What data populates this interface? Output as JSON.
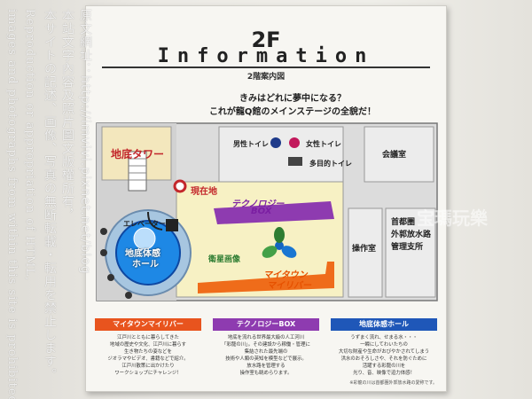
{
  "sign": {
    "floor_code": "2F",
    "title": "Information",
    "subtitle": "2階案内図",
    "catch_line1": "きみはどれに夢中になる？",
    "catch_line2": "これが龍Q館のメインステージの全貌だ！"
  },
  "map_labels": {
    "tower": "地底タワー",
    "mens_toilet": "男性トイレ",
    "womens_toilet": "女性トイレ",
    "multi_toilet": "多目的トイレ",
    "meeting_room": "会議室",
    "you_are_here": "現在地",
    "elevator": "エレベーター",
    "technology_box_line1": "テクノロジー",
    "technology_box_line2": "BOX",
    "satellite": "衛星画像",
    "control_room": "操作室",
    "branch_office_line1": "首都圏",
    "branch_office_line2": "外郭放水路",
    "branch_office_line3": "管理支所",
    "dome_line1": "地底体感",
    "dome_line2": "ホール",
    "my_town_line1": "マイタウン",
    "my_town_line2": "マイリバー"
  },
  "panels": [
    {
      "heading": "マイタウンマイリバー",
      "body": [
        "江戸川とともに暮らしてきた",
        "地域の歴史や文化、江戸川に暮らす",
        "生き物たちの姿などを",
        "ジオラマやビデオ、書籍などで紹介。",
        "江戸川散策に出かけたり",
        "ワークショップにチャレンジ！"
      ]
    },
    {
      "heading": "テクノロジーBOX",
      "body": [
        "地底を流れる世界最大級の人工河川",
        "「彩龍の川」。その建設から稼働・管理に",
        "集結された最先端の",
        "技術や人類の英知を模型などで展示。",
        "放水路を管理する",
        "操作室も眺めらります。"
      ]
    },
    {
      "heading": "地底体感ホール",
      "body": [
        "うずまく流れ、せまる水・・・",
        "一瞬にしてわいたちの",
        "大切な財産や生命がおびやかされてしまう",
        "洪水のおそろしさや、それを防ぐために",
        "活躍する彩龍の川を",
        "光り、音、映像で迫力体感！"
      ]
    }
  ],
  "footnote": "※彩龍の川は首都圏外郭放水路の愛称です。",
  "watermark": {
    "jp_1": "原文網址：http://imvivi.pixnet.net/blog",
    "jp_2": "本站文字內容及照片圖文版權所有，",
    "jp_3": "本サイトの記述、画像、写真の無断転載・転用を禁止します。",
    "en_1": "Reproduction or appropriation of HTML,",
    "en_2": "images and photographs from within this site is prohibited.",
    "side_text": "宝瑪玩樂"
  },
  "colors": {
    "red": "#c3272b",
    "purple": "#8e3bb0",
    "orange": "#e8541e",
    "blue": "#1f57b8",
    "floor_yellow": "#f7f1c4"
  }
}
